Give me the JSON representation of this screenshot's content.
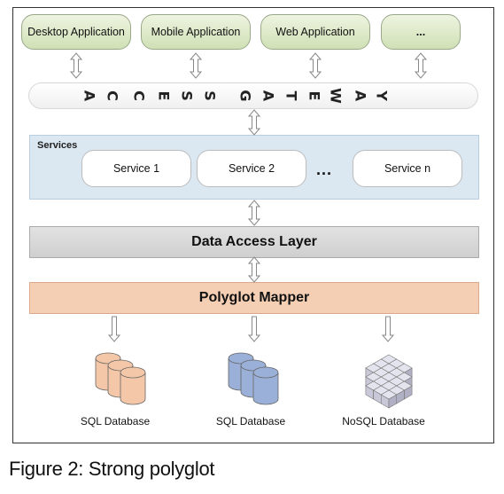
{
  "clients": [
    {
      "label": "Desktop Application"
    },
    {
      "label": "Mobile Application"
    },
    {
      "label": "Web Application"
    },
    {
      "label": "..."
    }
  ],
  "gateway": {
    "letters": [
      "A",
      "C",
      "C",
      "E",
      "S",
      "S",
      "",
      "G",
      "A",
      "T",
      "E",
      "W",
      "A",
      "Y"
    ]
  },
  "services": {
    "title": "Services",
    "items": [
      "Service 1",
      "Service 2",
      "Service n"
    ],
    "ellipsis": "..."
  },
  "data_access_layer": {
    "label": "Data Access Layer"
  },
  "polyglot_mapper": {
    "label": "Polyglot Mapper"
  },
  "databases": [
    {
      "label": "SQL Database",
      "color": "#f4c7a8",
      "kind": "cylinders"
    },
    {
      "label": "SQL Database",
      "color": "#9ab0d8",
      "kind": "cylinders"
    },
    {
      "label": "NoSQL Database",
      "color": "#c8c8d8",
      "kind": "cube"
    }
  ],
  "caption": "Figure 2: Strong polyglot"
}
